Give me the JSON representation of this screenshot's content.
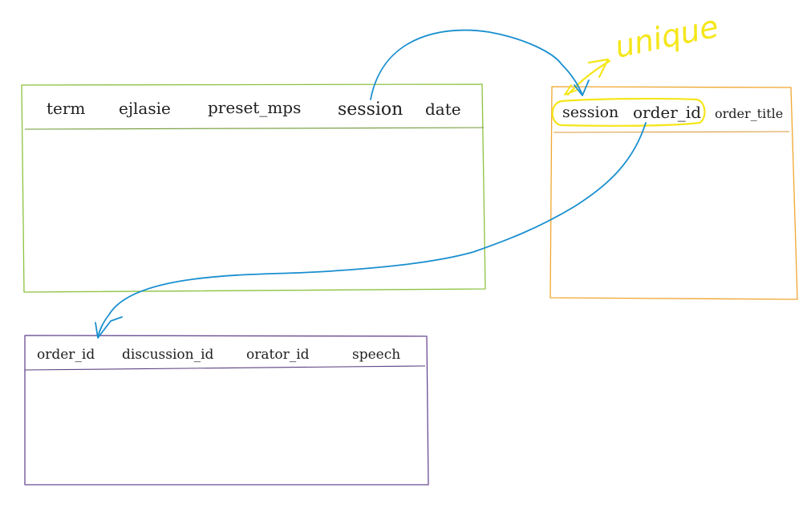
{
  "colors": {
    "table_1_border": "#8cc23f",
    "table_2_border": "#f0a630",
    "table_3_border": "#6a4c93",
    "link": "#1a8fcf",
    "highlight": "#f5e61a",
    "text": "#1f1f1f"
  },
  "tables": [
    {
      "columns": [
        "term",
        "ejlasie",
        "preset_mps",
        "session",
        "date"
      ]
    },
    {
      "columns": [
        "session",
        "order_id",
        "order_title"
      ]
    },
    {
      "columns": [
        "order_id",
        "discussion_id",
        "orator_id",
        "speech"
      ]
    }
  ],
  "annotation": {
    "text": "unique"
  }
}
